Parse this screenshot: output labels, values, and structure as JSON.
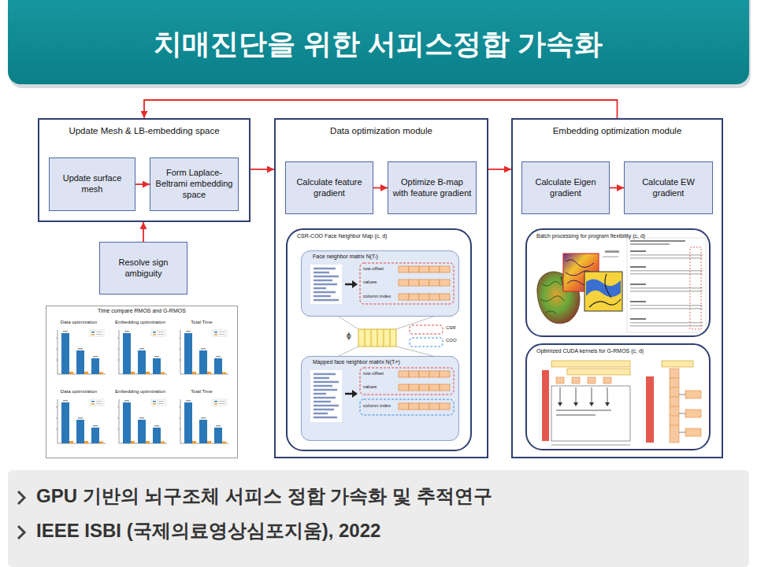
{
  "diagram": {
    "title": "치매진단을 위한 서피스정합 가속화",
    "nodes": [
      {
        "text": [
          "Update Mesh & LB-embedding space"
        ]
      },
      {
        "text": [
          "Update surface mesh"
        ],
        "in": 0
      },
      {
        "text": [
          "Form Laplace-Beltrami embedding space"
        ],
        "in": 0
      },
      {
        "text": [
          "Resolve sign ambiguity"
        ]
      },
      {
        "text": [
          "Time compare RMOS and G-RMOS"
        ]
      },
      {
        "text": [
          "Data optimization module"
        ]
      },
      {
        "text": [
          "Calculate feature gradient"
        ],
        "in": 5
      },
      {
        "text": [
          "Optimize B-map with feature gradient"
        ],
        "in": 5
      },
      {
        "text": [
          "CSR-COO Face Neighbor Map (c, d)"
        ],
        "in": 5
      },
      {
        "text": [
          "Face neighbor matrix N(Tᵢ)"
        ],
        "in": 8
      },
      {
        "text": [
          "Mapped face neighbor matrix N(Tᵢᵠ)"
        ],
        "in": 8
      },
      {
        "text": [
          "Embedding optimization module"
        ]
      },
      {
        "text": [
          "Calculate Eigen gradient"
        ],
        "in": 11
      },
      {
        "text": [
          "Calculate EW gradient"
        ],
        "in": 11
      },
      {
        "text": [
          "Batch processing for program flexibility (c, d)"
        ],
        "in": 11
      },
      {
        "text": [
          "Optimized CUDA kernels for G-RMOS (c, d)"
        ],
        "in": 11
      }
    ],
    "edges": [
      {
        "from": 1,
        "to": 2,
        "arrow": "to"
      },
      {
        "from": 3,
        "to": 0,
        "arrow": "to"
      },
      {
        "from": 0,
        "to": 5,
        "arrow": "to"
      },
      {
        "from": 6,
        "to": 7,
        "arrow": "to"
      },
      {
        "from": 5,
        "to": 11,
        "arrow": "to"
      },
      {
        "from": 12,
        "to": 13,
        "arrow": "to"
      },
      {
        "from": 11,
        "to": 0,
        "arrow": "to"
      }
    ],
    "labels": [
      "row offset",
      "values",
      "column index",
      "row offset",
      "values",
      "column index",
      "ϕ",
      "CSR",
      "COO",
      "Data optimization",
      "Embedding optimization",
      "Total Time",
      "Data optimization",
      "Embedding optimization",
      "Total Time",
      "GPU 기반의 뇌구조체 서피스 정합 가속화 및 추적연구",
      "IEEE ISBI (국제의료영상심포지움), 2022"
    ]
  }
}
